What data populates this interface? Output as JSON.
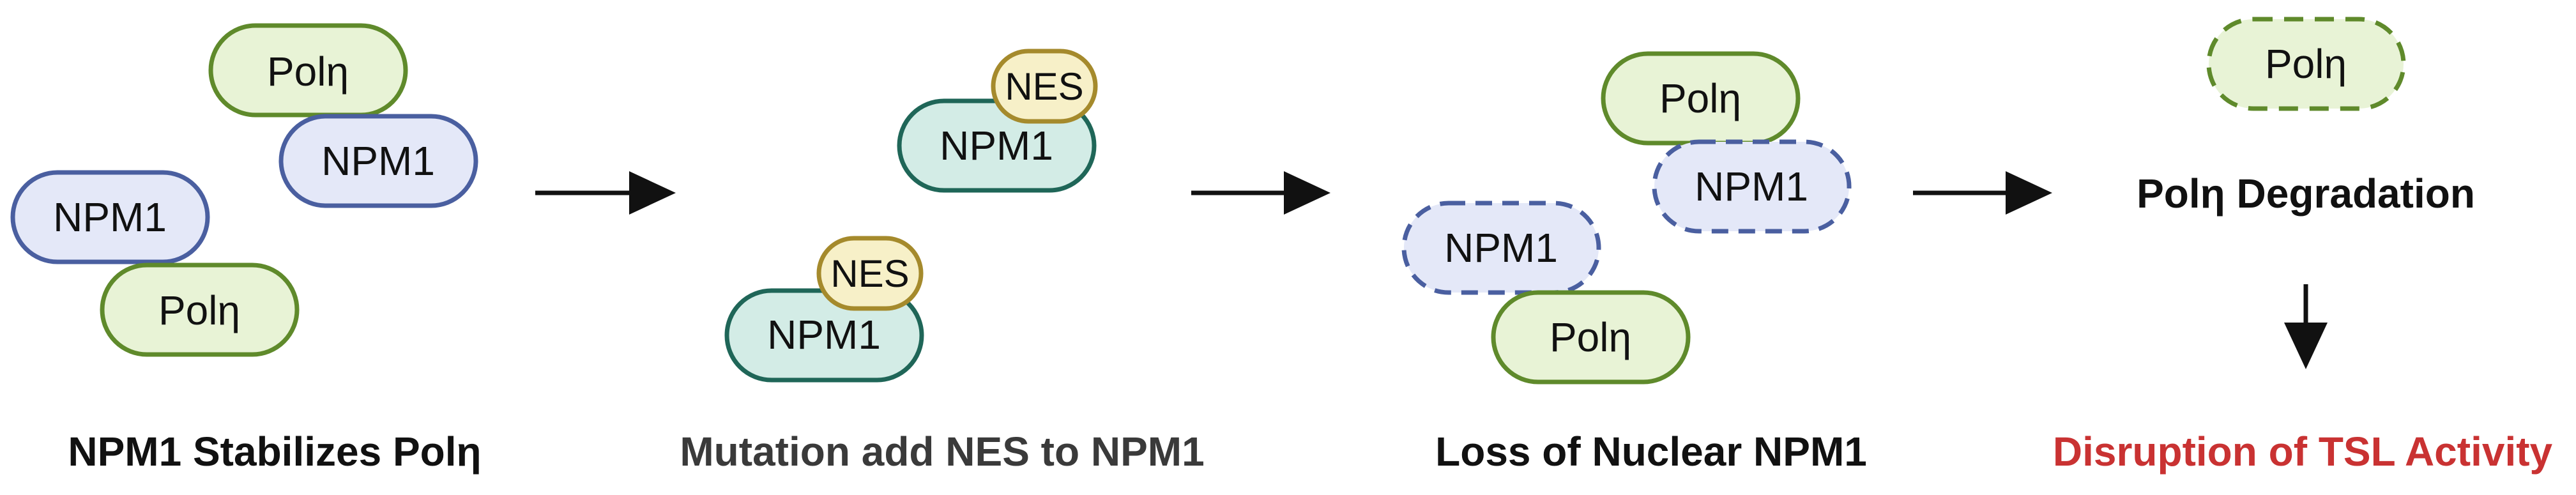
{
  "panels": [
    {
      "label": "NPM1 Stabilizes Polη"
    },
    {
      "label": "Mutation add NES to NPM1"
    },
    {
      "label": "Loss of Nuclear NPM1"
    },
    {
      "label": "Disruption of TSL Activity"
    }
  ],
  "outcome": {
    "degradation_label": "Polη Degradation"
  },
  "proteins": {
    "poleta": "Polη",
    "npm1": "NPM1",
    "nes": "NES"
  },
  "colors": {
    "poleta_fill": "#e8f3d6",
    "poleta_stroke": "#5f8a2b",
    "npm1_fill": "#e4e8f8",
    "npm1_stroke": "#4a5fa0",
    "npm1_mut_fill": "#d3ece6",
    "npm1_mut_stroke": "#1f6658",
    "nes_fill": "#f7f0c8",
    "nes_stroke": "#a58a2c",
    "arrow": "#111111",
    "label_dark": "#111111",
    "label_gray": "#3a3a3a",
    "label_red": "#c93232"
  }
}
